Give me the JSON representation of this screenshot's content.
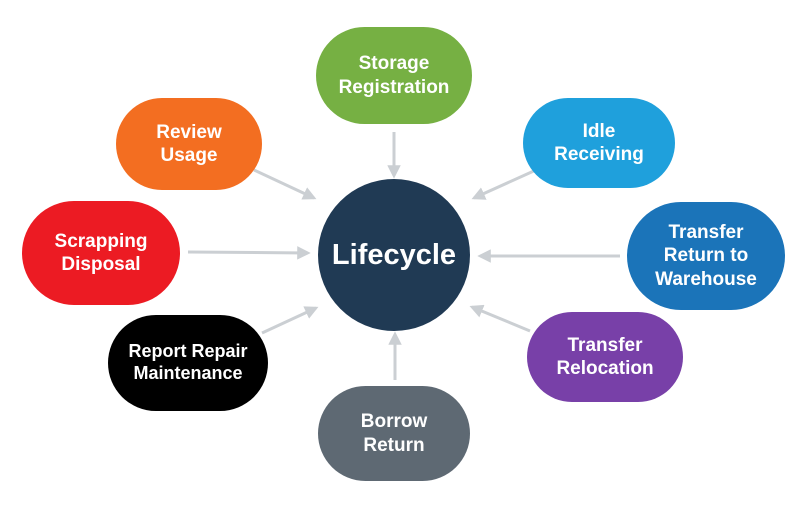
{
  "center": {
    "label": "Lifecycle",
    "color": "#203A54"
  },
  "nodes": [
    {
      "name": "storage-registration",
      "label": "Storage\nRegistration",
      "color": "#76B043"
    },
    {
      "name": "review-usage",
      "label": "Review\nUsage",
      "color": "#F36E21"
    },
    {
      "name": "idle-receiving",
      "label": "Idle\nReceiving",
      "color": "#1FA0DC"
    },
    {
      "name": "scrapping-disposal",
      "label": "Scrapping\nDisposal",
      "color": "#EC1B23"
    },
    {
      "name": "transfer-return-to-warehouse",
      "label": "Transfer\nReturn to\nWarehouse",
      "color": "#1B74B9"
    },
    {
      "name": "report-repair-maintenance",
      "label": "Report Repair\nMaintenance",
      "color": "#000000"
    },
    {
      "name": "transfer-relocation",
      "label": "Transfer\nRelocation",
      "color": "#7840A8"
    },
    {
      "name": "borrow-return",
      "label": "Borrow\nReturn",
      "color": "#5E6973"
    }
  ],
  "colors": {
    "arrow": "#CBCFD3",
    "node_text": "#FFFFFF",
    "background": "#FFFFFF"
  }
}
